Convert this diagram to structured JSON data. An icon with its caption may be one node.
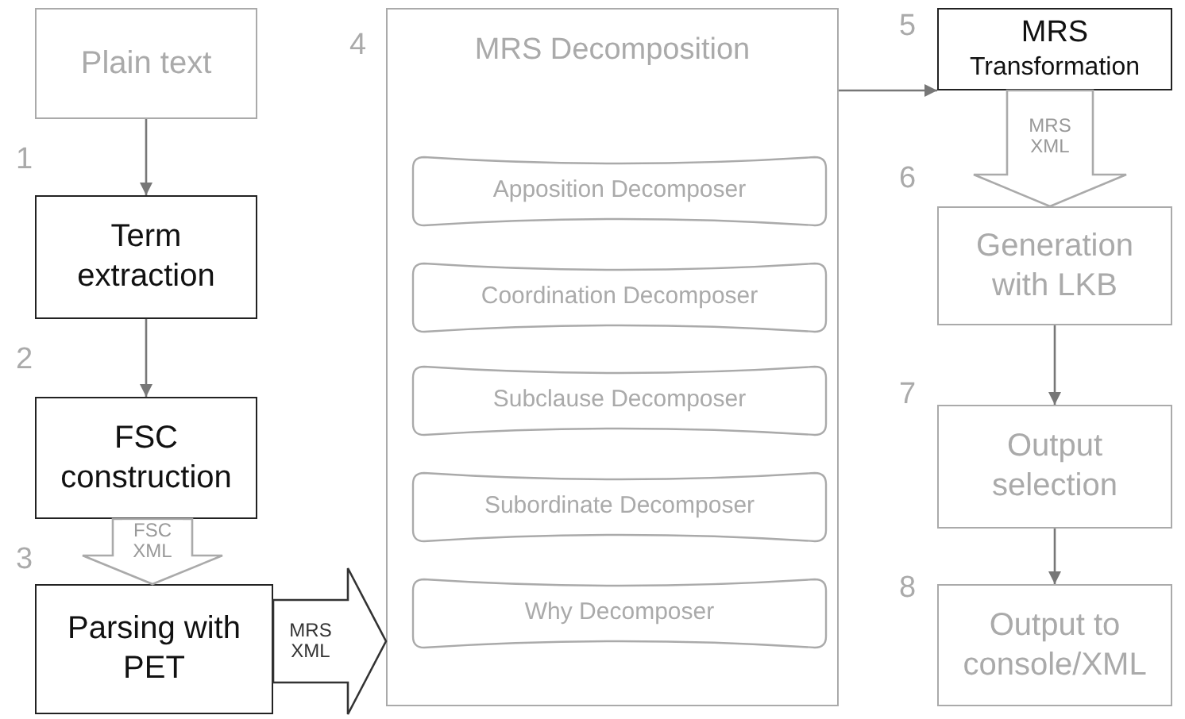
{
  "diagram": {
    "nodes": [
      {
        "text": [
          "Plain text"
        ]
      },
      {
        "text": [
          "Term extraction"
        ],
        "beside": [
          "1"
        ]
      },
      {
        "text": [
          "FSC construction"
        ],
        "beside": [
          "2"
        ]
      },
      {
        "text": [
          "Parsing with PET"
        ],
        "beside": [
          "3"
        ]
      },
      {
        "text": [
          "MRS Decomposition"
        ],
        "beside": [
          "4"
        ]
      },
      {
        "text": [
          "Apposition Decomposer"
        ],
        "in": 4
      },
      {
        "text": [
          "Coordination Decomposer"
        ],
        "in": 4
      },
      {
        "text": [
          "Subclause Decomposer"
        ],
        "in": 4
      },
      {
        "text": [
          "Subordinate Decomposer"
        ],
        "in": 4
      },
      {
        "text": [
          "Why Decomposer"
        ],
        "in": 4
      },
      {
        "text": [
          "MRS",
          "Transformation"
        ],
        "beside": [
          "5"
        ]
      },
      {
        "text": [
          "Generation with LKB"
        ],
        "beside": [
          "6"
        ]
      },
      {
        "text": [
          "Output selection"
        ],
        "beside": [
          "7"
        ]
      },
      {
        "text": [
          "Output to console/XML"
        ],
        "beside": [
          "8"
        ]
      }
    ],
    "edges": [
      {
        "from": 0,
        "to": 1,
        "arrow": "to"
      },
      {
        "from": 1,
        "to": 2,
        "arrow": "to"
      },
      {
        "from": 2,
        "to": 3,
        "arrow": "to",
        "label": "FSC XML",
        "style": "thick"
      },
      {
        "from": 3,
        "to": 4,
        "arrow": "to",
        "label": "MRS XML",
        "style": "thick",
        "color": "#333333"
      },
      {
        "from": 4,
        "to": 10,
        "arrow": "to"
      },
      {
        "from": 10,
        "to": 11,
        "arrow": "to",
        "label": "MRS XML",
        "style": "thick"
      },
      {
        "from": 11,
        "to": 12,
        "arrow": "to"
      },
      {
        "from": 12,
        "to": 13,
        "arrow": "to"
      }
    ]
  }
}
